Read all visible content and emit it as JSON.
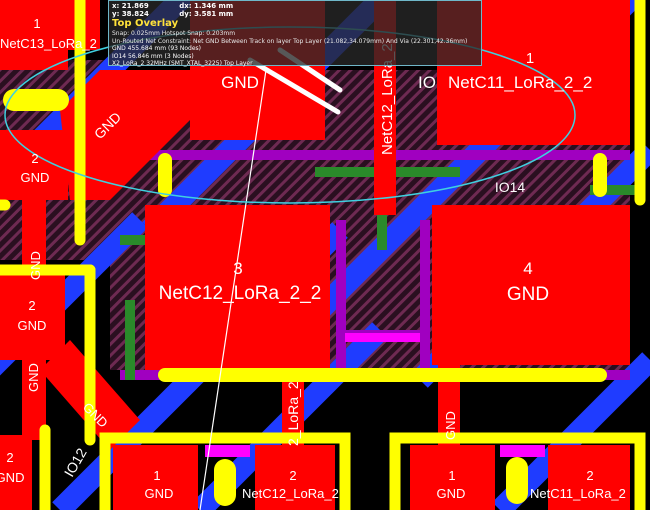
{
  "hud": {
    "x_label": "x:",
    "x_value": "21.869",
    "dx_label": "dx:",
    "dx_value": "1.346 mm",
    "y_label": "y:",
    "y_value": "38.824",
    "dy_label": "dy:",
    "dy_value": "3.581 mm",
    "layer": "Top Overlay",
    "snap": "Snap: 0.025mm Hotspot Snap: 0.203mm",
    "violation": "Un-Routed Net Constraint: Net GND Between Track on layer Top Layer (21.082,34.079mm) And Via (22.301,42.36mm)",
    "net_gnd": "GND 455.684 mm (93 Nodes)",
    "net_io": "IO14 56.846 mm (3 Nodes)",
    "component": "X2_LoRa_2 32MHz (SMT_XTAL_3225) Top Layer"
  },
  "labels": {
    "pad1_top_left": "1",
    "net_c13": "NetC13_LoRa_2",
    "gnd_top": "GND",
    "pad1_top_right": "1",
    "net_c11_top": "NetC11_LoRa_2_2",
    "io_partial": "IO",
    "net_c12_vert": "NetC12_LoRa_2",
    "pad2_left": "2",
    "gnd_left": "GND",
    "io14": "IO14",
    "pad3": "3",
    "net_c12_big": "NetC12_LoRa_2_2",
    "pad4": "4",
    "gnd_pad4": "GND",
    "gnd_diag": "GND",
    "gnd_vert": "GND",
    "pad2_mid_left": "2",
    "gnd_mid_left": "GND",
    "gnd_lower_vert": "GND",
    "gnd_diag_lower": "GND",
    "io12": "IO12",
    "lora2_vert": "2_LoRa_2",
    "pad1_bottom_a": "1",
    "gnd_bottom_a": "GND",
    "pad2_bottom_a": "2",
    "net_c12_bottom": "NetC12_LoRa_2",
    "pad1_bottom_b": "1",
    "gnd_bottom_b": "GND",
    "pad2_bottom_b": "2",
    "net_c11_bottom": "NetC11_LoRa_2",
    "gnd_bottom_vert": "GND",
    "pad2_far_left": "2",
    "gnd_far_left": "GND"
  },
  "colors": {
    "background": "#000000",
    "pad_top": "#ff0000",
    "overlay": "#ffff00",
    "plane": "#1f3cff",
    "mask": "#ff00ff",
    "bottom_track": "#2a8a2a",
    "selection": "#3fd0e0"
  }
}
